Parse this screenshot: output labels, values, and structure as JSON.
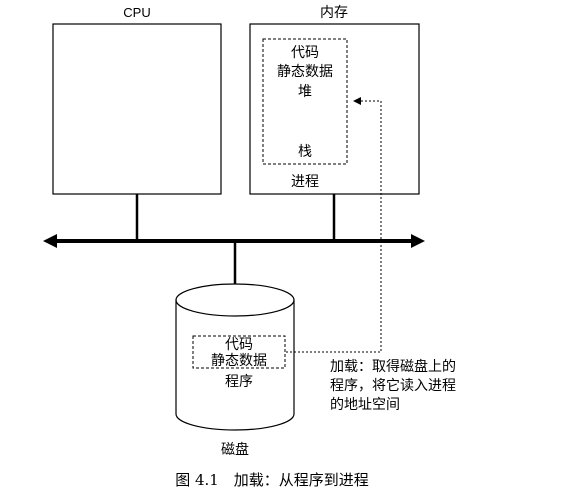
{
  "cpu": {
    "label": "CPU"
  },
  "memory": {
    "label": "内存",
    "process_label": "进程",
    "segments": {
      "code": "代码",
      "static_data": "静态数据",
      "heap": "堆",
      "stack": "栈"
    }
  },
  "disk": {
    "label": "磁盘",
    "segments": {
      "code": "代码",
      "static_data": "静态数据"
    },
    "program_label": "程序"
  },
  "annotation": {
    "lines": [
      "加载：取得磁盘上的",
      "程序，将它读入进程",
      "的地址空间"
    ]
  },
  "caption": "图 4.1　加载：从程序到进程"
}
